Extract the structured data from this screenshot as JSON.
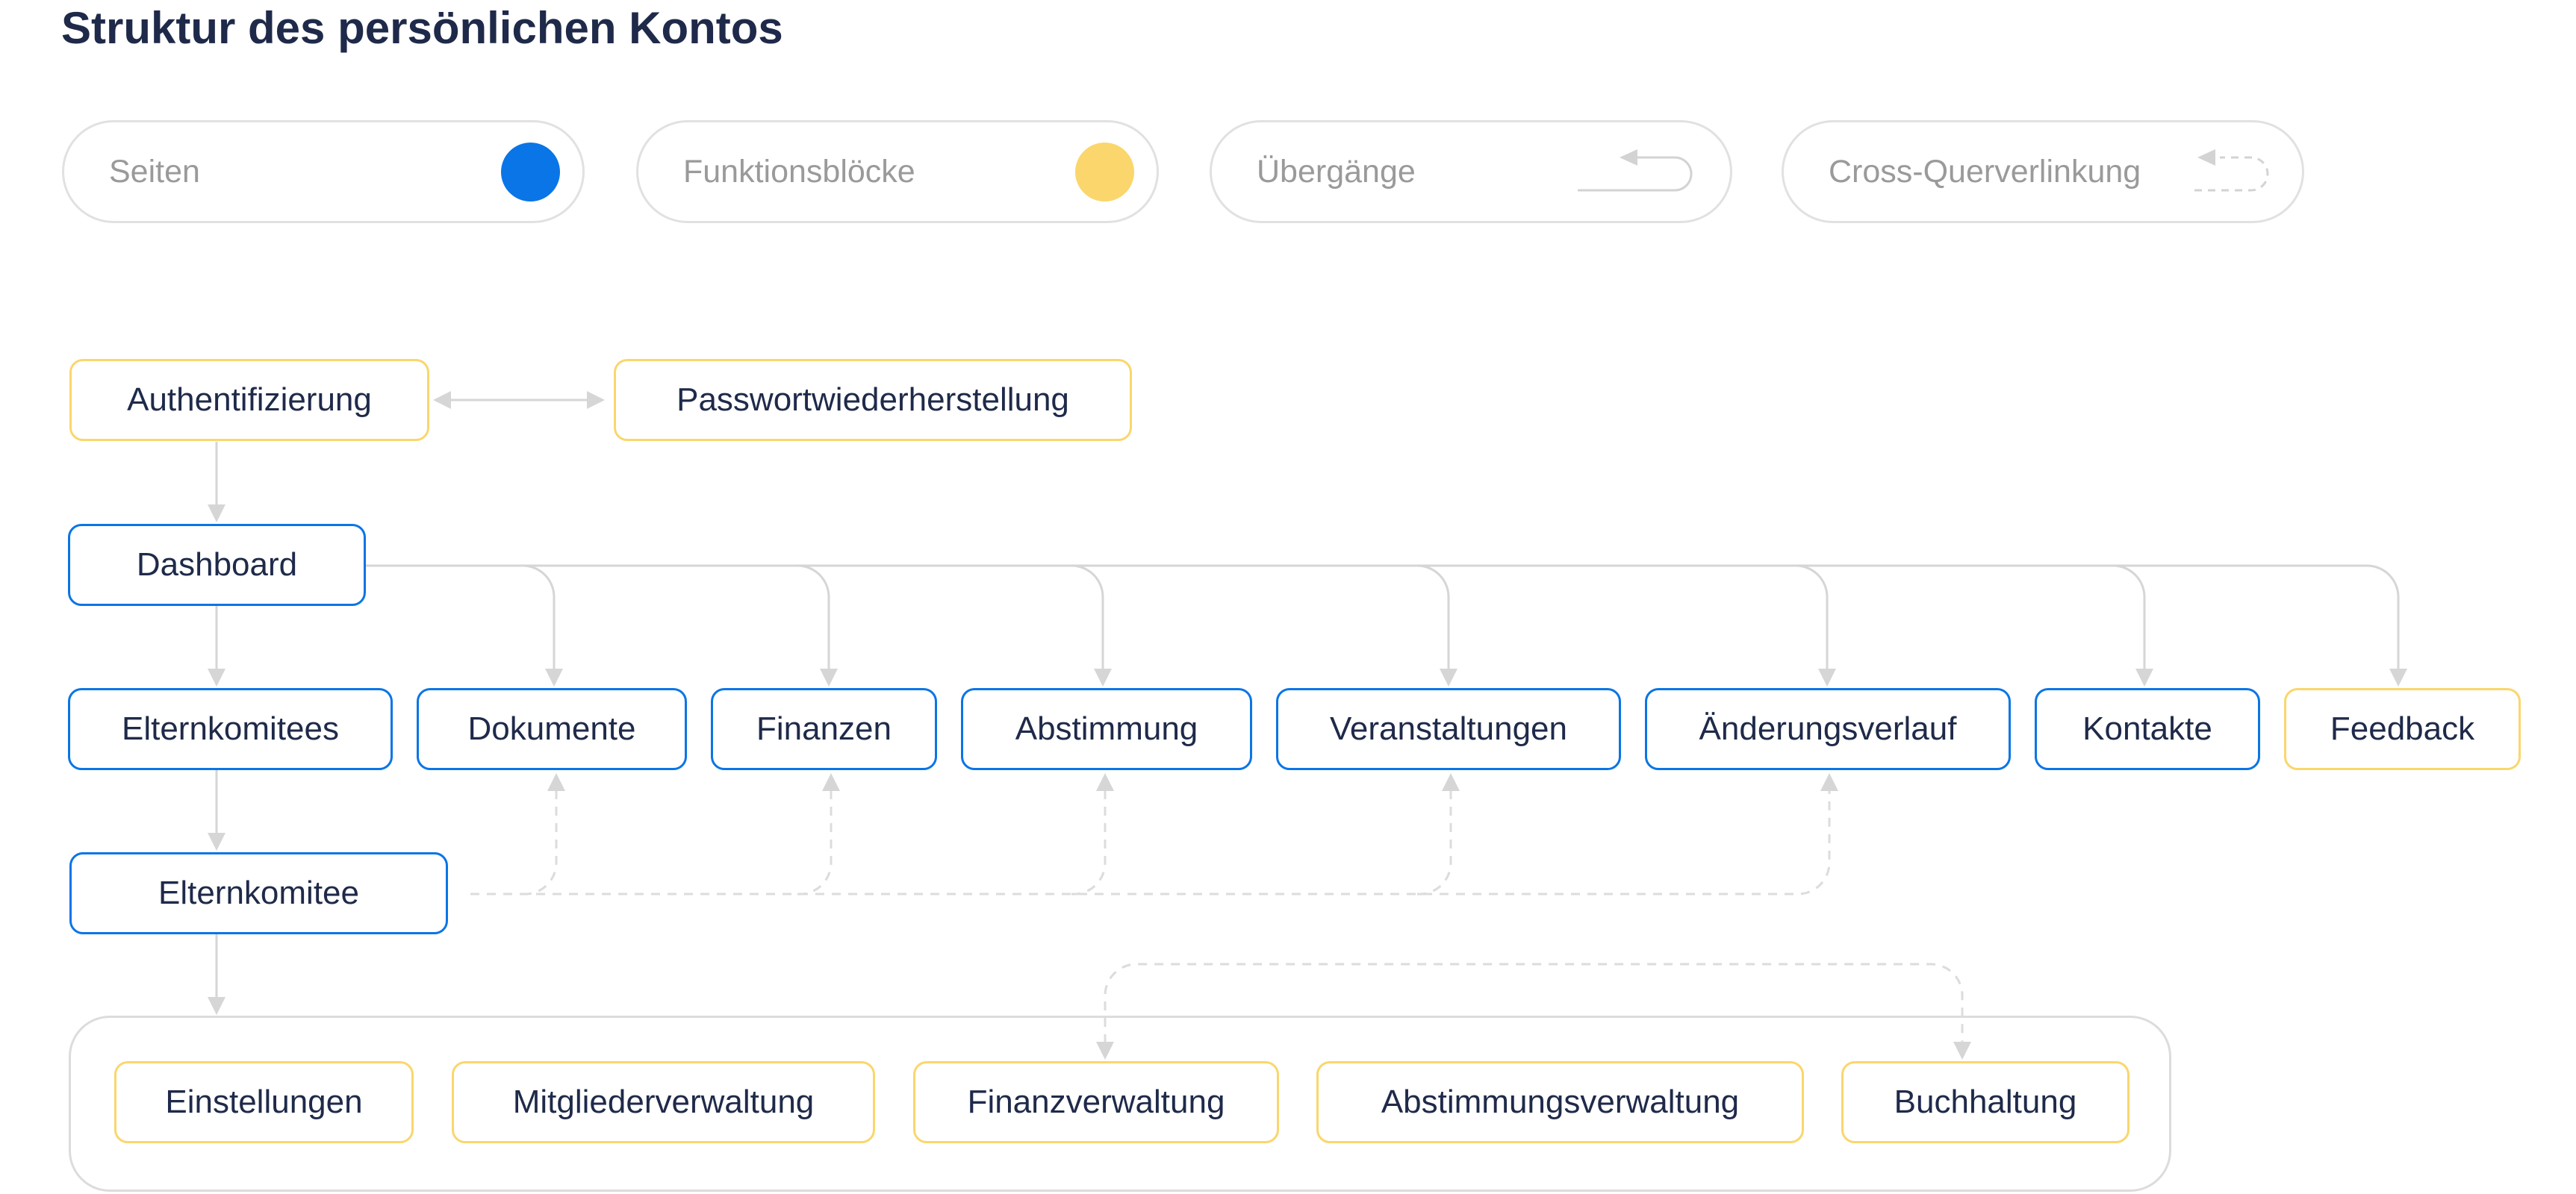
{
  "title": "Struktur des persönlichen Kontos",
  "colors": {
    "page": "#0a75e6",
    "function": "#fad66c",
    "connector": "#d6d6d6",
    "text": "#1f2a4a",
    "legend_text": "#9a9a9a"
  },
  "legend": {
    "pages": {
      "label": "Seiten",
      "marker": "blue-dot"
    },
    "function_blocks": {
      "label": "Funktionsblöcke",
      "marker": "yellow-dot"
    },
    "transitions": {
      "label": "Übergänge",
      "marker": "solid-return-arrow"
    },
    "cross_links": {
      "label": "Cross-Querverlinkung",
      "marker": "dashed-return-arrow"
    }
  },
  "nodes": {
    "auth": {
      "label": "Authentifizierung",
      "kind": "function"
    },
    "password_recovery": {
      "label": "Passwortwiederherstellung",
      "kind": "function"
    },
    "dashboard": {
      "label": "Dashboard",
      "kind": "page"
    },
    "parent_committees": {
      "label": "Elternkomitees",
      "kind": "page"
    },
    "documents": {
      "label": "Dokumente",
      "kind": "page"
    },
    "finances": {
      "label": "Finanzen",
      "kind": "page"
    },
    "voting": {
      "label": "Abstimmung",
      "kind": "page"
    },
    "events": {
      "label": "Veranstaltungen",
      "kind": "page"
    },
    "change_history": {
      "label": "Änderungsverlauf",
      "kind": "page"
    },
    "contacts": {
      "label": "Kontakte",
      "kind": "page"
    },
    "feedback": {
      "label": "Feedback",
      "kind": "function"
    },
    "parent_committee": {
      "label": "Elternkomitee",
      "kind": "page"
    },
    "settings": {
      "label": "Einstellungen",
      "kind": "function"
    },
    "member_management": {
      "label": "Mitgliederverwaltung",
      "kind": "function"
    },
    "finance_management": {
      "label": "Finanzverwaltung",
      "kind": "function"
    },
    "voting_management": {
      "label": "Abstimmungsverwaltung",
      "kind": "function"
    },
    "accounting": {
      "label": "Buchhaltung",
      "kind": "function"
    }
  },
  "edges": [
    {
      "from": "auth",
      "to": "password_recovery",
      "style": "solid",
      "bidirectional": true
    },
    {
      "from": "auth",
      "to": "dashboard",
      "style": "solid"
    },
    {
      "from": "dashboard",
      "to": "parent_committees",
      "style": "solid"
    },
    {
      "from": "dashboard",
      "to": "documents",
      "style": "solid"
    },
    {
      "from": "dashboard",
      "to": "finances",
      "style": "solid"
    },
    {
      "from": "dashboard",
      "to": "voting",
      "style": "solid"
    },
    {
      "from": "dashboard",
      "to": "events",
      "style": "solid"
    },
    {
      "from": "dashboard",
      "to": "change_history",
      "style": "solid"
    },
    {
      "from": "dashboard",
      "to": "contacts",
      "style": "solid"
    },
    {
      "from": "dashboard",
      "to": "feedback",
      "style": "solid"
    },
    {
      "from": "parent_committees",
      "to": "parent_committee",
      "style": "solid"
    },
    {
      "from": "parent_committee",
      "to": "management_group",
      "style": "solid"
    },
    {
      "from": "parent_committee",
      "to": "documents",
      "style": "dashed"
    },
    {
      "from": "parent_committee",
      "to": "finances",
      "style": "dashed"
    },
    {
      "from": "parent_committee",
      "to": "voting",
      "style": "dashed"
    },
    {
      "from": "parent_committee",
      "to": "events",
      "style": "dashed"
    },
    {
      "from": "parent_committee",
      "to": "change_history",
      "style": "dashed"
    },
    {
      "from": "finance_management",
      "to": "accounting",
      "style": "dashed",
      "bidirectional": true
    }
  ]
}
